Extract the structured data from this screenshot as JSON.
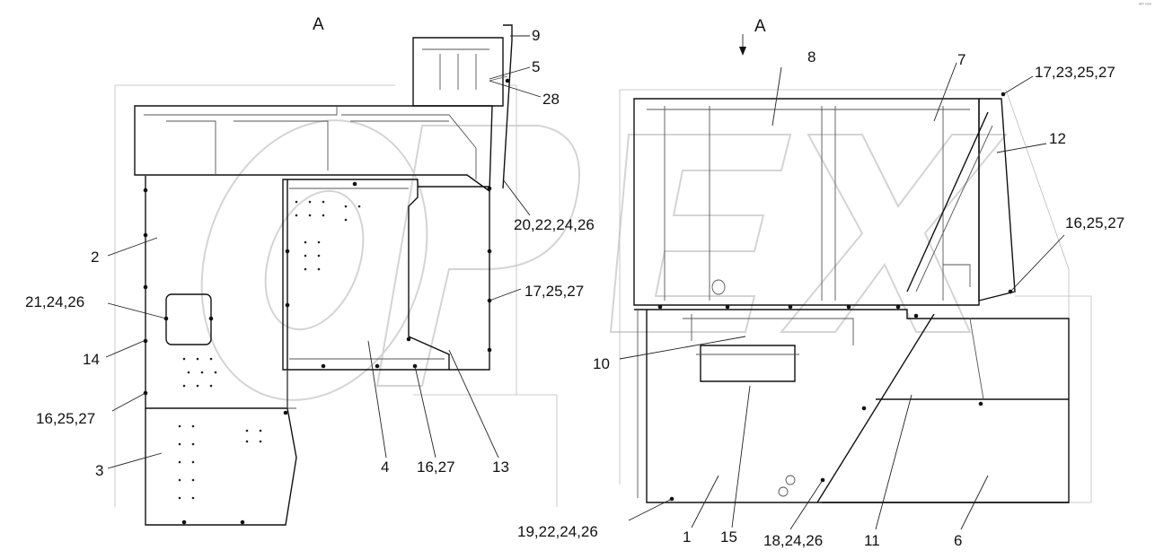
{
  "view_labels": {
    "left": "A",
    "right": "A"
  },
  "corner_mark": "ᵃᵐ ᵉᵉᵉ",
  "watermark_text": "OPEX",
  "callouts": {
    "c9": "9",
    "c5": "5",
    "c28": "28",
    "c20_22_24_26": "20,22,24,26",
    "c2": "2",
    "c17_25_27_left": "17,25,27",
    "c21_24_26": "21,24,26",
    "c14": "14",
    "c16_25_27_left": "16,25,27",
    "c3": "3",
    "c4": "4",
    "c16_27": "16,27",
    "c13": "13",
    "c8": "8",
    "c7": "7",
    "c17_23_25_27": "17,23,25,27",
    "c12": "12",
    "c16_25_27_right": "16,25,27",
    "c10": "10",
    "c19_22_24_26": "19,22,24,26",
    "c1": "1",
    "c15": "15",
    "c18_24_26": "18,24,26",
    "c11": "11",
    "c6": "6"
  }
}
